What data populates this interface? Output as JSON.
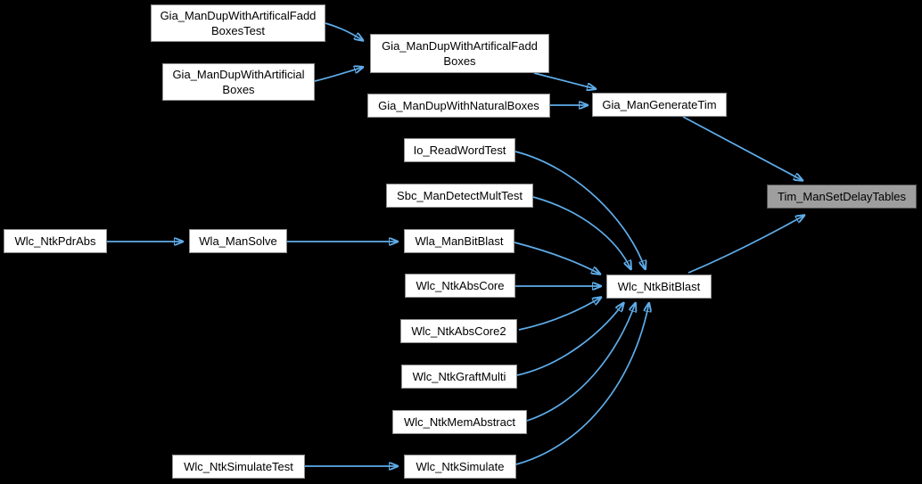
{
  "diagram": {
    "type": "call-graph",
    "background_color": "#000000",
    "edge_color": "#5fadea",
    "node_style": {
      "fill": "#ffffff",
      "border": "#8f8f8f",
      "text_color": "#000000"
    },
    "highlighted_node_style": {
      "fill": "#9e9e9e",
      "border": "#545454",
      "text_color": "#000000"
    },
    "nodes": [
      {
        "id": "Gia_ManDupWithArtificalFaddBoxesTest",
        "label": "Gia_ManDupWithArtificalFadd\nBoxesTest",
        "highlighted": false
      },
      {
        "id": "Gia_ManDupWithArtificialBoxes",
        "label": "Gia_ManDupWithArtificial\nBoxes",
        "highlighted": false
      },
      {
        "id": "Gia_ManDupWithArtificalFaddBoxes",
        "label": "Gia_ManDupWithArtificalFadd\nBoxes",
        "highlighted": false
      },
      {
        "id": "Gia_ManDupWithNaturalBoxes",
        "label": "Gia_ManDupWithNaturalBoxes",
        "highlighted": false
      },
      {
        "id": "Gia_ManGenerateTim",
        "label": "Gia_ManGenerateTim",
        "highlighted": false
      },
      {
        "id": "Tim_ManSetDelayTables",
        "label": "Tim_ManSetDelayTables",
        "highlighted": true
      },
      {
        "id": "Io_ReadWordTest",
        "label": "Io_ReadWordTest",
        "highlighted": false
      },
      {
        "id": "Sbc_ManDetectMultTest",
        "label": "Sbc_ManDetectMultTest",
        "highlighted": false
      },
      {
        "id": "Wlc_NtkPdrAbs",
        "label": "Wlc_NtkPdrAbs",
        "highlighted": false
      },
      {
        "id": "Wla_ManSolve",
        "label": "Wla_ManSolve",
        "highlighted": false
      },
      {
        "id": "Wla_ManBitBlast",
        "label": "Wla_ManBitBlast",
        "highlighted": false
      },
      {
        "id": "Wlc_NtkAbsCore",
        "label": "Wlc_NtkAbsCore",
        "highlighted": false
      },
      {
        "id": "Wlc_NtkBitBlast",
        "label": "Wlc_NtkBitBlast",
        "highlighted": false
      },
      {
        "id": "Wlc_NtkAbsCore2",
        "label": "Wlc_NtkAbsCore2",
        "highlighted": false
      },
      {
        "id": "Wlc_NtkGraftMulti",
        "label": "Wlc_NtkGraftMulti",
        "highlighted": false
      },
      {
        "id": "Wlc_NtkMemAbstract",
        "label": "Wlc_NtkMemAbstract",
        "highlighted": false
      },
      {
        "id": "Wlc_NtkSimulate",
        "label": "Wlc_NtkSimulate",
        "highlighted": false
      },
      {
        "id": "Wlc_NtkSimulateTest",
        "label": "Wlc_NtkSimulateTest",
        "highlighted": false
      }
    ],
    "edges": [
      {
        "from": "Gia_ManDupWithArtificalFaddBoxesTest",
        "to": "Gia_ManDupWithArtificalFaddBoxes"
      },
      {
        "from": "Gia_ManDupWithArtificialBoxes",
        "to": "Gia_ManDupWithArtificalFaddBoxes"
      },
      {
        "from": "Gia_ManDupWithArtificalFaddBoxes",
        "to": "Gia_ManGenerateTim"
      },
      {
        "from": "Gia_ManDupWithNaturalBoxes",
        "to": "Gia_ManGenerateTim"
      },
      {
        "from": "Gia_ManGenerateTim",
        "to": "Tim_ManSetDelayTables"
      },
      {
        "from": "Wlc_NtkBitBlast",
        "to": "Tim_ManSetDelayTables"
      },
      {
        "from": "Io_ReadWordTest",
        "to": "Wlc_NtkBitBlast"
      },
      {
        "from": "Sbc_ManDetectMultTest",
        "to": "Wlc_NtkBitBlast"
      },
      {
        "from": "Wla_ManBitBlast",
        "to": "Wlc_NtkBitBlast"
      },
      {
        "from": "Wlc_NtkAbsCore",
        "to": "Wlc_NtkBitBlast"
      },
      {
        "from": "Wlc_NtkAbsCore2",
        "to": "Wlc_NtkBitBlast"
      },
      {
        "from": "Wlc_NtkGraftMulti",
        "to": "Wlc_NtkBitBlast"
      },
      {
        "from": "Wlc_NtkMemAbstract",
        "to": "Wlc_NtkBitBlast"
      },
      {
        "from": "Wlc_NtkSimulate",
        "to": "Wlc_NtkBitBlast"
      },
      {
        "from": "Wlc_NtkPdrAbs",
        "to": "Wla_ManSolve"
      },
      {
        "from": "Wla_ManSolve",
        "to": "Wla_ManBitBlast"
      },
      {
        "from": "Wlc_NtkSimulateTest",
        "to": "Wlc_NtkSimulate"
      }
    ]
  }
}
